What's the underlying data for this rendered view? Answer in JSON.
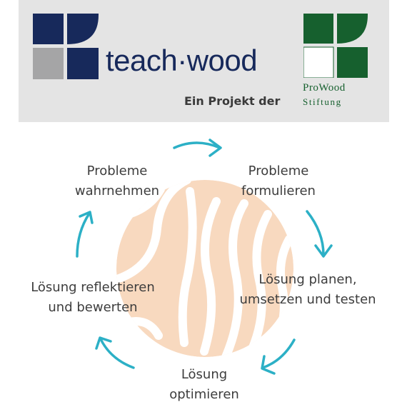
{
  "header": {
    "brand_wordmark": "teach·wood",
    "partner_line": "Ein Projekt der",
    "partner_name": "ProWood",
    "partner_sub": "Stiftung",
    "colors": {
      "header_bg": "#e4e4e4",
      "teachwood_navy": "#17295b",
      "teachwood_grey": "#a5a5a6",
      "prowood_green": "#16602e"
    }
  },
  "cycle": {
    "arrow_color": "#2cb0c6",
    "wood_color": "#f8d9bf",
    "steps": [
      {
        "line1": "Probleme",
        "line2": "wahrnehmen"
      },
      {
        "line1": "Probleme",
        "line2": "formulieren"
      },
      {
        "line1": "Lösung planen,",
        "line2": "umsetzen und testen"
      },
      {
        "line1": "Lösung",
        "line2": "optimieren"
      },
      {
        "line1": "Lösung reflektieren",
        "line2": "und bewerten"
      }
    ]
  }
}
